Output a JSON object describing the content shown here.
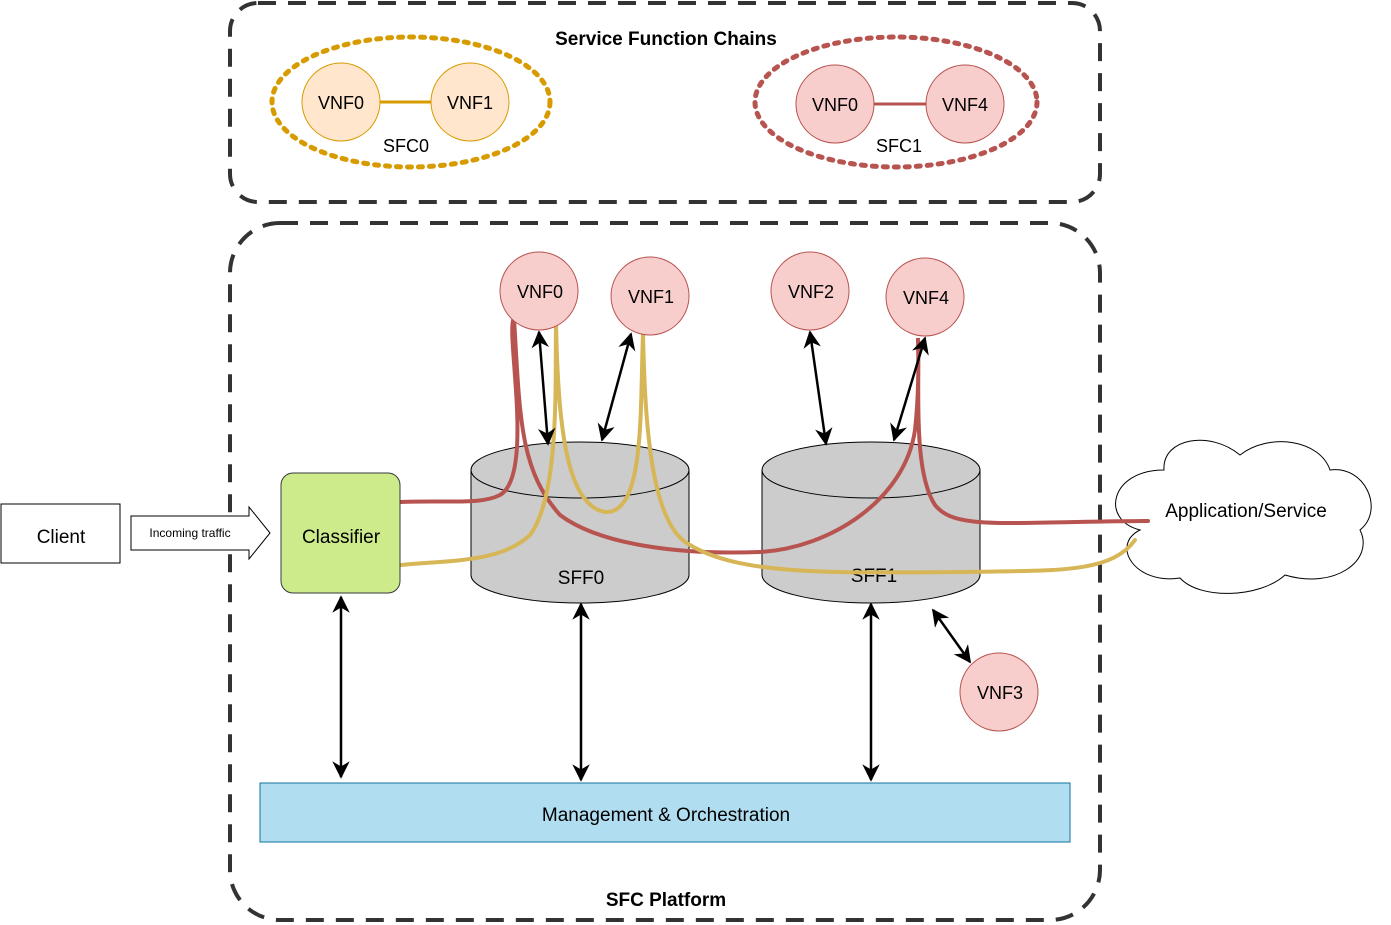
{
  "colors": {
    "sfc0": "#d6b656",
    "sfc0_dotted": "#d79b00",
    "sfc0_fill": "#ffe6cc",
    "sfc1": "#b85450",
    "sfc1_fill": "#f8cecc",
    "classifier_fill": "#cdeb8b",
    "mgmt_fill": "#b1ddf0",
    "mgmt_stroke": "#10739e",
    "sff_fill": "#cccccc",
    "dashed_border": "#333333"
  },
  "chains_group": {
    "title": "Service Function Chains",
    "sfc0": {
      "label": "SFC0",
      "vnf_a": "VNF0",
      "vnf_b": "VNF1"
    },
    "sfc1": {
      "label": "SFC1",
      "vnf_a": "VNF0",
      "vnf_b": "VNF4"
    }
  },
  "platform": {
    "title": "SFC Platform",
    "classifier": "Classifier",
    "sff0": "SFF0",
    "sff1": "SFF1",
    "vnf0": "VNF0",
    "vnf1": "VNF1",
    "vnf2": "VNF2",
    "vnf3": "VNF3",
    "vnf4": "VNF4",
    "management": "Management & Orchestration"
  },
  "client": "Client",
  "incoming_traffic": "Incoming traffic",
  "application": "Application/Service"
}
